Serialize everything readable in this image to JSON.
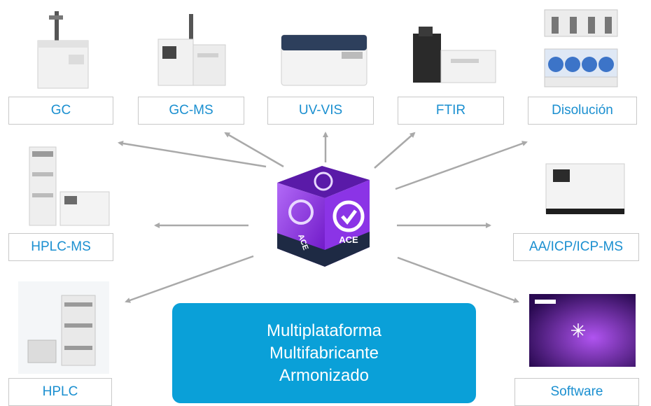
{
  "platforms": {
    "gc": "GC",
    "gcms": "GC-MS",
    "uvvis": "UV-VIS",
    "ftir": "FTIR",
    "dissolution": "Disolución",
    "hplcms": "HPLC-MS",
    "aa_icp": "AA/ICP/ICP-MS",
    "hplc": "HPLC",
    "software": "Software"
  },
  "center": {
    "logo_text_top": "ACE",
    "logo_text_front": "ACE"
  },
  "banner": {
    "line1": "Multiplataforma",
    "line2": "Multifabricante",
    "line3": "Armonizado"
  },
  "colors": {
    "label_text": "#1a8fd0",
    "banner_bg": "#0aa0d8",
    "arrow": "#a9a9a9",
    "cube_purple": "#8a2be2"
  }
}
